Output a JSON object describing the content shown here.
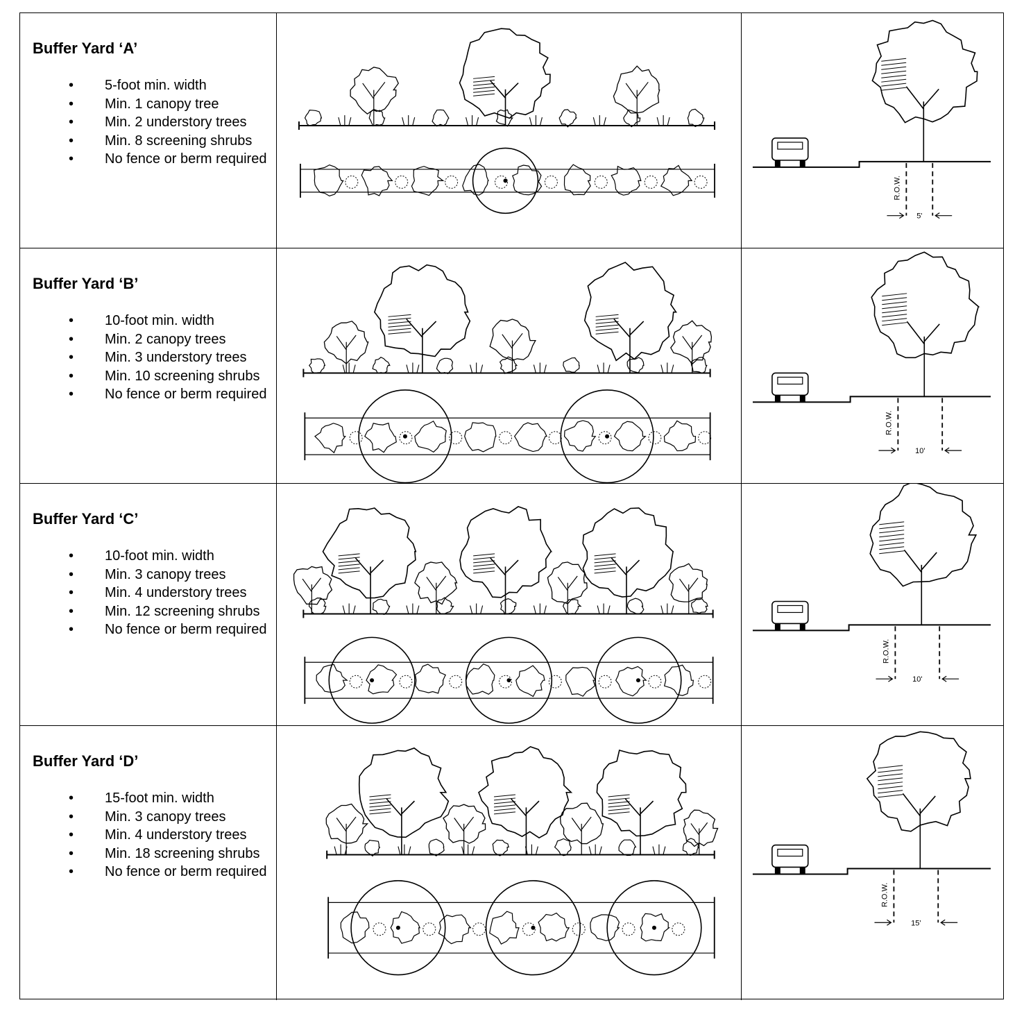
{
  "buffer_yards": [
    {
      "title": "Buffer Yard ‘A’",
      "requirements": [
        "5-foot min. width",
        "Min. 1 canopy tree",
        "Min. 2 understory trees",
        "Min. 8 screening shrubs",
        "No fence or berm required"
      ],
      "section": {
        "row_label": "R.O.W.",
        "width_label": "5'"
      }
    },
    {
      "title": "Buffer Yard ‘B’",
      "requirements": [
        "10-foot min. width",
        "Min. 2 canopy trees",
        "Min. 3 understory trees",
        "Min. 10 screening shrubs",
        "No fence or berm required"
      ],
      "section": {
        "row_label": "R.O.W.",
        "width_label": "10'"
      }
    },
    {
      "title": "Buffer Yard ‘C’",
      "requirements": [
        "10-foot min. width",
        "Min. 3 canopy trees",
        "Min. 4 understory trees",
        "Min. 12 screening shrubs",
        "No fence or berm required"
      ],
      "section": {
        "row_label": "R.O.W.",
        "width_label": "10'"
      }
    },
    {
      "title": "Buffer Yard ‘D’",
      "requirements": [
        "15-foot min. width",
        "Min. 3 canopy trees",
        "Min. 4 understory trees",
        "Min. 18 screening shrubs",
        "No fence or berm required"
      ],
      "section": {
        "row_label": "R.O.W.",
        "width_label": "15'"
      }
    }
  ],
  "colors": {
    "line": "#000000",
    "background": "#ffffff"
  }
}
